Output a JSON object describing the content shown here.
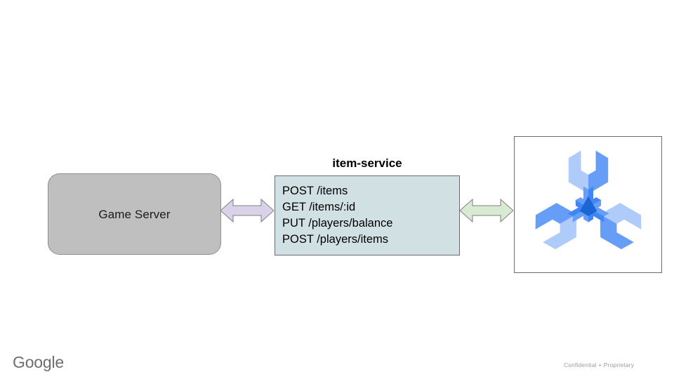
{
  "diagram": {
    "nodes": {
      "game_server": {
        "label": "Game Server",
        "fill": "#bfbfbf",
        "stroke": "#8e8e8e"
      },
      "item_service": {
        "title": "item-service",
        "fill": "#d0e0e3",
        "stroke": "#6b6b6b",
        "endpoints": [
          "POST /items",
          "GET /items/:id",
          "PUT /players/balance",
          "POST /players/items"
        ]
      },
      "datastore_logo": {
        "frame_stroke": "#6b6b6b",
        "icon_name": "isometric-wrench-logo",
        "colors": {
          "light": "#aecbfa",
          "medium": "#669df6",
          "dark": "#4285f4",
          "deep": "#1b66d6"
        }
      }
    },
    "connectors": [
      {
        "name": "game-server-to-item-service",
        "style": "double-headed-arrow",
        "fill": "#d9d2e9",
        "stroke": "#7f7f7f"
      },
      {
        "name": "item-service-to-datastore",
        "style": "double-headed-arrow",
        "fill": "#d9ead3",
        "stroke": "#7f7f7f"
      }
    ]
  },
  "footer": {
    "brand": "Google",
    "confidentiality": "Confidential + Proprietary"
  }
}
